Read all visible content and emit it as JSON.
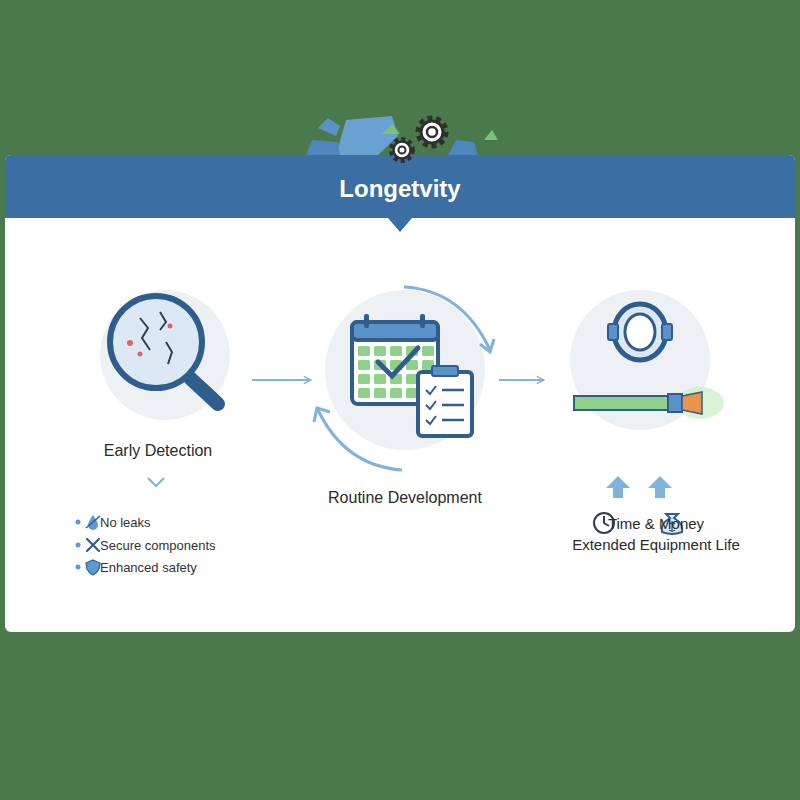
{
  "diagram": {
    "title": "Longetvity",
    "nodes": [
      {
        "text": [
          "Early Detection"
        ]
      },
      {
        "text": [
          "Routine Development"
        ]
      },
      {
        "text": [
          "Time & Money",
          "Extended Equipment Life"
        ]
      }
    ],
    "edges": [
      {
        "from": 0,
        "to": 1,
        "arrow": "to"
      },
      {
        "from": 1,
        "to": 2,
        "arrow": "to"
      }
    ],
    "labels": [
      "No leaks",
      "Secure components",
      "Enhanced safety"
    ]
  }
}
